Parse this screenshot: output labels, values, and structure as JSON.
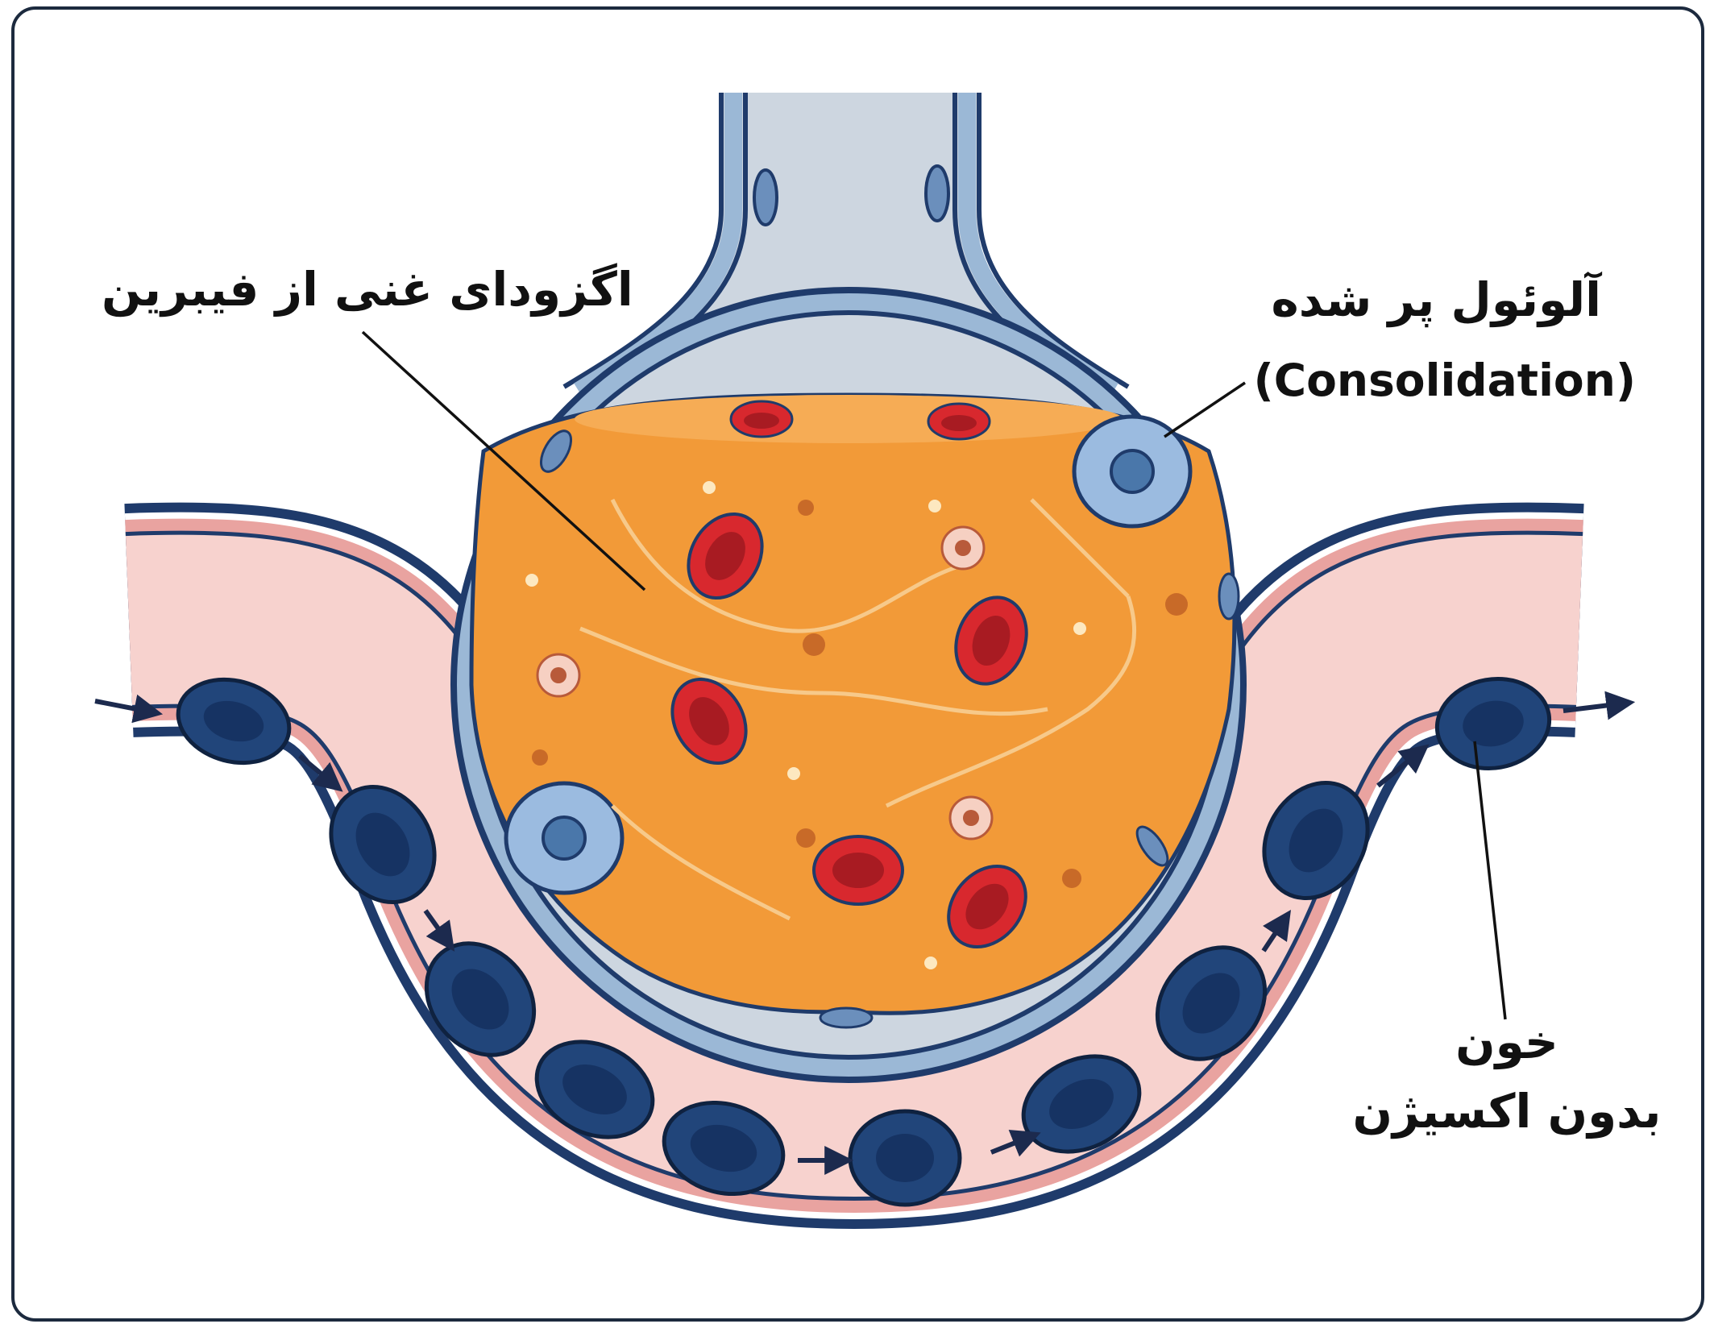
{
  "labels": {
    "exudate": "اگزودای غنی از فیبرین",
    "alveolus": "آلوئول پر شده",
    "consolidation": "(Consolidation)",
    "blood_line1": "خون",
    "blood_line2": "بدون اکسیژن"
  },
  "colors": {
    "frame": "#1c2a3e",
    "vessel_wall": "#1f3b6b",
    "vessel_fill": "#f4c4c0",
    "rbc_deoxygenated": "#21457a",
    "alveolus_wall": "#9bb8d6",
    "exudate": "#f29a38",
    "rbc_red": "#d8282e",
    "airway": "#cdd6e0"
  }
}
